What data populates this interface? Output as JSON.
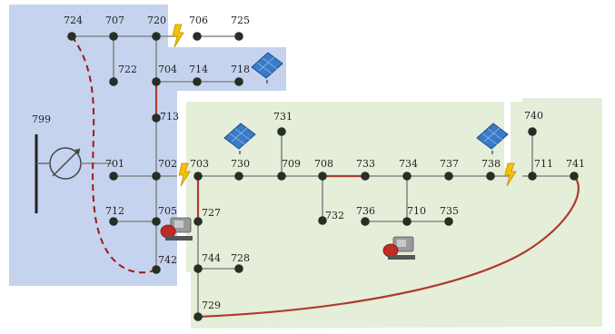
{
  "colors": {
    "zone_blue": "#c5d3ee",
    "zone_green": "#e4eed9",
    "node": "#253025",
    "line_gray": "#888888",
    "line_red": "#b03a2e",
    "lightning": "#f2c300"
  },
  "source_label": "799",
  "buses": [
    {
      "id": "724",
      "label": "724"
    },
    {
      "id": "707",
      "label": "707"
    },
    {
      "id": "720",
      "label": "720"
    },
    {
      "id": "706",
      "label": "706"
    },
    {
      "id": "725",
      "label": "725"
    },
    {
      "id": "722",
      "label": "722"
    },
    {
      "id": "704",
      "label": "704"
    },
    {
      "id": "714",
      "label": "714"
    },
    {
      "id": "718",
      "label": "718"
    },
    {
      "id": "713",
      "label": "713"
    },
    {
      "id": "701",
      "label": "701"
    },
    {
      "id": "702",
      "label": "702"
    },
    {
      "id": "712",
      "label": "712"
    },
    {
      "id": "705",
      "label": "705"
    },
    {
      "id": "742",
      "label": "742"
    },
    {
      "id": "703",
      "label": "703"
    },
    {
      "id": "727",
      "label": "727"
    },
    {
      "id": "744",
      "label": "744"
    },
    {
      "id": "728",
      "label": "728"
    },
    {
      "id": "729",
      "label": "729"
    },
    {
      "id": "730",
      "label": "730"
    },
    {
      "id": "731",
      "label": "731"
    },
    {
      "id": "709",
      "label": "709"
    },
    {
      "id": "708",
      "label": "708"
    },
    {
      "id": "732",
      "label": "732"
    },
    {
      "id": "733",
      "label": "733"
    },
    {
      "id": "734",
      "label": "734"
    },
    {
      "id": "736",
      "label": "736"
    },
    {
      "id": "710",
      "label": "710"
    },
    {
      "id": "735",
      "label": "735"
    },
    {
      "id": "737",
      "label": "737"
    },
    {
      "id": "738",
      "label": "738"
    },
    {
      "id": "711",
      "label": "711"
    },
    {
      "id": "740",
      "label": "740"
    },
    {
      "id": "741",
      "label": "741"
    }
  ],
  "icons": {
    "pv_panel": "solar-panel-icon",
    "generator": "generator-icon",
    "fault": "lightning-bolt-icon",
    "regulator": "voltage-regulator-icon"
  }
}
